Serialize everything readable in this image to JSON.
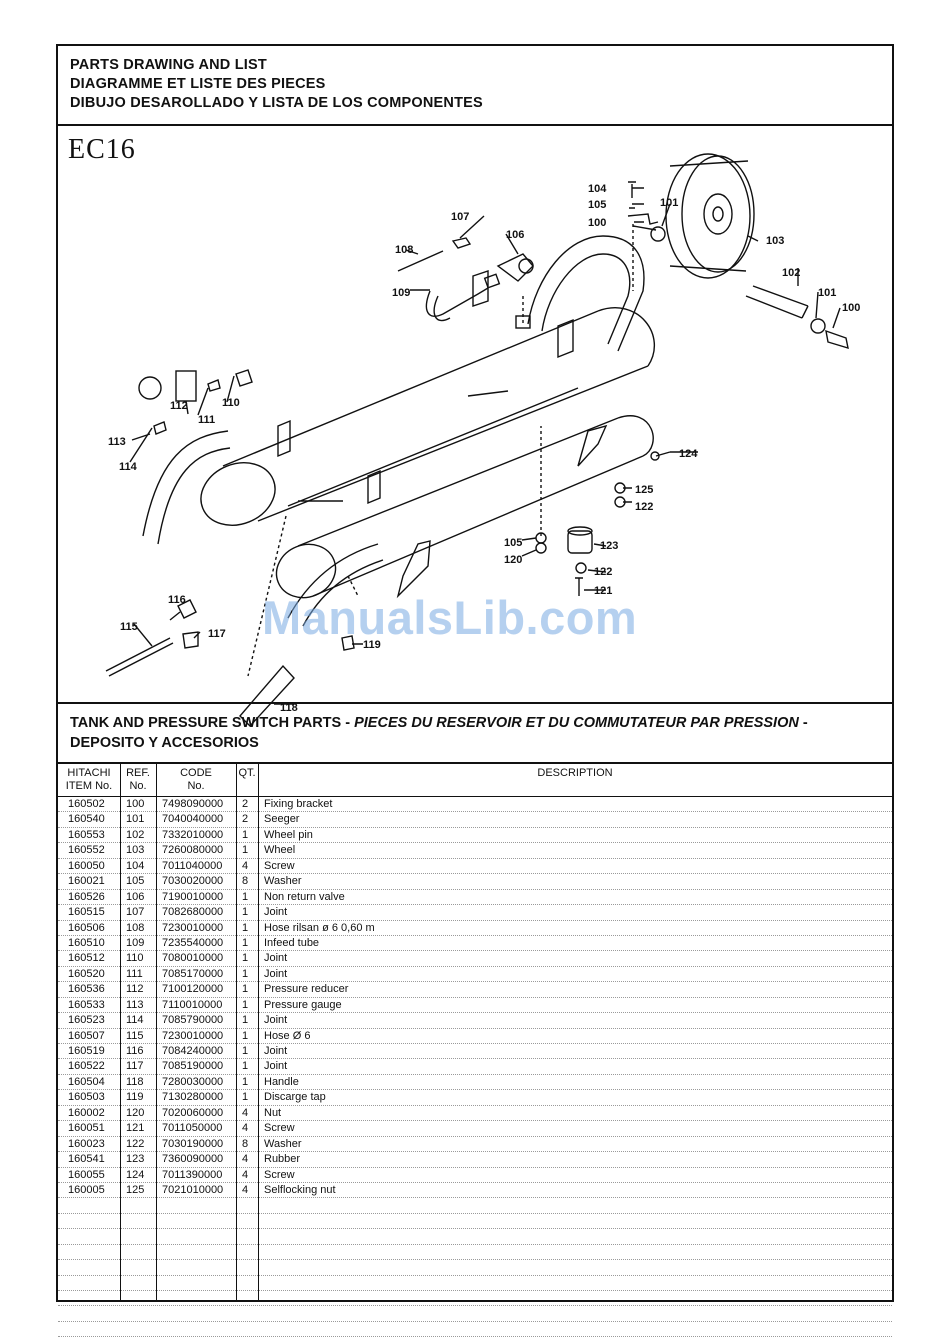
{
  "header": {
    "line1": "PARTS DRAWING AND LIST",
    "line2": "DIAGRAMME ET LISTE DES PIECES",
    "line3": "DIBUJO DESAROLLADO Y LISTA DE LOS COMPONENTES"
  },
  "model": "EC16",
  "callouts": [
    "104",
    "105",
    "100",
    "101",
    "103",
    "107",
    "106",
    "108",
    "109",
    "102",
    "101",
    "100",
    "112",
    "110",
    "111",
    "113",
    "114",
    "124",
    "125",
    "122",
    "105",
    "120",
    "123",
    "122",
    "121",
    "116",
    "115",
    "117",
    "119",
    "118"
  ],
  "section": {
    "title_en": "TANK AND PRESSURE SWITCH PARTS - ",
    "title_fr": "PIECES DU RESERVOIR ET DU COMMUTATEUR PAR PRESSION",
    "title_dash": " -",
    "title_es": "DEPOSITO Y ACCESORIOS"
  },
  "columns": {
    "hitachi_1": "HITACHI",
    "hitachi_2": "ITEM No.",
    "ref_1": "REF.",
    "ref_2": "No.",
    "code_1": "CODE",
    "code_2": "No.",
    "qt": "QT.",
    "description": "DESCRIPTION"
  },
  "parts": [
    {
      "item": "160502",
      "ref": "100",
      "code": "7498090000",
      "qty": "2",
      "desc": "Fixing bracket"
    },
    {
      "item": "160540",
      "ref": "101",
      "code": "7040040000",
      "qty": "2",
      "desc": "Seeger"
    },
    {
      "item": "160553",
      "ref": "102",
      "code": "7332010000",
      "qty": "1",
      "desc": "Wheel pin"
    },
    {
      "item": "160552",
      "ref": "103",
      "code": "7260080000",
      "qty": "1",
      "desc": "Wheel"
    },
    {
      "item": "160050",
      "ref": "104",
      "code": "7011040000",
      "qty": "4",
      "desc": "Screw"
    },
    {
      "item": "160021",
      "ref": "105",
      "code": "7030020000",
      "qty": "8",
      "desc": "Washer"
    },
    {
      "item": "160526",
      "ref": "106",
      "code": "7190010000",
      "qty": "1",
      "desc": "Non return valve"
    },
    {
      "item": "160515",
      "ref": "107",
      "code": "7082680000",
      "qty": "1",
      "desc": "Joint"
    },
    {
      "item": "160506",
      "ref": "108",
      "code": "7230010000",
      "qty": "1",
      "desc": "Hose rilsan ø 6  0,60 m"
    },
    {
      "item": "160510",
      "ref": "109",
      "code": "7235540000",
      "qty": "1",
      "desc": "Infeed tube"
    },
    {
      "item": "160512",
      "ref": "110",
      "code": "7080010000",
      "qty": "1",
      "desc": "Joint"
    },
    {
      "item": "160520",
      "ref": "111",
      "code": "7085170000",
      "qty": "1",
      "desc": "Joint"
    },
    {
      "item": "160536",
      "ref": "112",
      "code": "7100120000",
      "qty": "1",
      "desc": "Pressure reducer"
    },
    {
      "item": "160533",
      "ref": "113",
      "code": "7110010000",
      "qty": "1",
      "desc": "Pressure gauge"
    },
    {
      "item": "160523",
      "ref": "114",
      "code": "7085790000",
      "qty": "1",
      "desc": "Joint"
    },
    {
      "item": "160507",
      "ref": "115",
      "code": "7230010000",
      "qty": "1",
      "desc": "Hose Ø 6"
    },
    {
      "item": "160519",
      "ref": "116",
      "code": "7084240000",
      "qty": "1",
      "desc": "Joint"
    },
    {
      "item": "160522",
      "ref": "117",
      "code": "7085190000",
      "qty": "1",
      "desc": "Joint"
    },
    {
      "item": "160504",
      "ref": "118",
      "code": "7280030000",
      "qty": "1",
      "desc": "Handle"
    },
    {
      "item": "160503",
      "ref": "119",
      "code": "7130280000",
      "qty": "1",
      "desc": "Discarge tap"
    },
    {
      "item": "160002",
      "ref": "120",
      "code": "7020060000",
      "qty": "4",
      "desc": "Nut"
    },
    {
      "item": "160051",
      "ref": "121",
      "code": "7011050000",
      "qty": "4",
      "desc": "Screw"
    },
    {
      "item": "160023",
      "ref": "122",
      "code": "7030190000",
      "qty": "8",
      "desc": "Washer"
    },
    {
      "item": "160541",
      "ref": "123",
      "code": "7360090000",
      "qty": "4",
      "desc": "Rubber"
    },
    {
      "item": "160055",
      "ref": "124",
      "code": "7011390000",
      "qty": "4",
      "desc": "Screw"
    },
    {
      "item": "160005",
      "ref": "125",
      "code": "7021010000",
      "qty": "4",
      "desc": "Selflocking nut"
    }
  ],
  "watermark": "ManualsLib.com"
}
